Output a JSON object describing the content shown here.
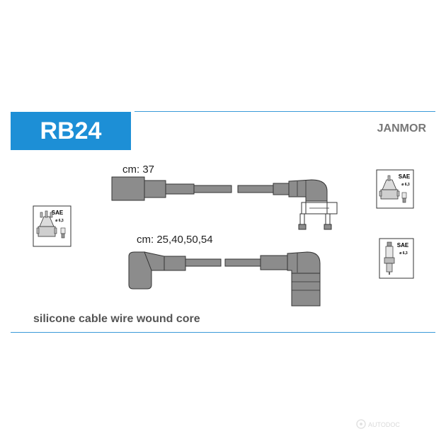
{
  "product": {
    "code": "RB24",
    "brand": "JANMOR",
    "description": "silicone cable wire wound core"
  },
  "cables": [
    {
      "length_label": "cm: 37"
    },
    {
      "length_label": "cm: 25,40,50,54"
    }
  ],
  "icons": {
    "left_cap": {
      "standard": "SAE",
      "diameter": "ø 6,3",
      "icon": "distributor-cap-icon"
    },
    "right_cap": {
      "standard": "SAE",
      "diameter": "ø 6,3",
      "icon": "distributor-cap-icon"
    },
    "spark_plug": {
      "standard": "SAE",
      "diameter": "ø 6,3",
      "icon": "spark-plug-icon"
    }
  },
  "watermark": "AUTODOC",
  "colors": {
    "accent": "#1d8fd6",
    "cable_gray": "#8c8c8c",
    "brand_text": "#777777"
  }
}
